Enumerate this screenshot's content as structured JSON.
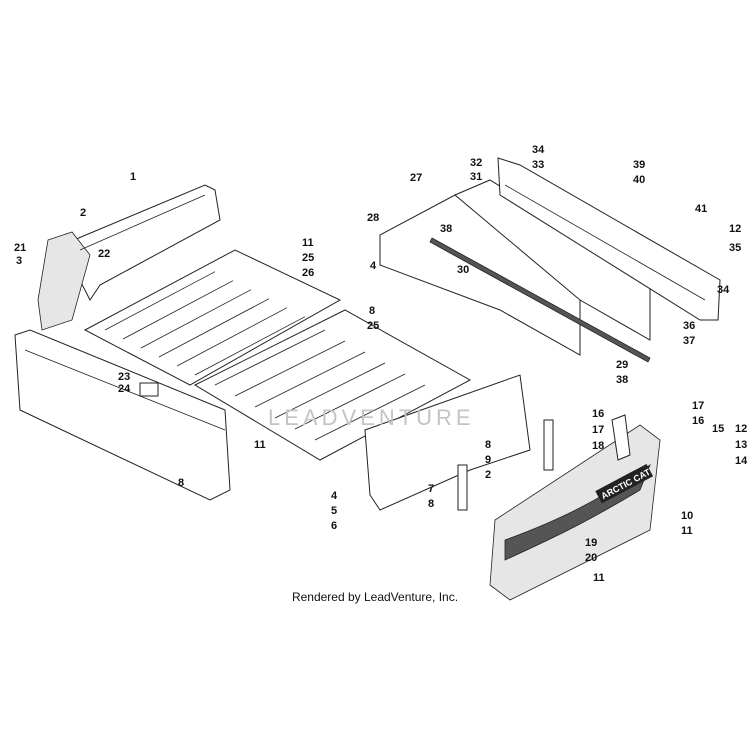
{
  "diagram": {
    "callouts": [
      "1",
      "2",
      "21",
      "3",
      "22",
      "11",
      "25",
      "26",
      "23",
      "24",
      "11",
      "8",
      "8",
      "25",
      "27",
      "28",
      "4",
      "32",
      "31",
      "34",
      "33",
      "39",
      "40",
      "41",
      "12",
      "35",
      "34",
      "38",
      "30",
      "36",
      "37",
      "29",
      "38",
      "16",
      "17",
      "18",
      "17",
      "16",
      "15",
      "12",
      "13",
      "14",
      "8",
      "9",
      "2",
      "7",
      "8",
      "4",
      "5",
      "6",
      "10",
      "11",
      "19",
      "20",
      "11"
    ],
    "logo_text": "ARCTIC CAT",
    "watermark": "LEADVENTURE"
  },
  "footer": {
    "credit": "Rendered by LeadVenture, Inc."
  }
}
